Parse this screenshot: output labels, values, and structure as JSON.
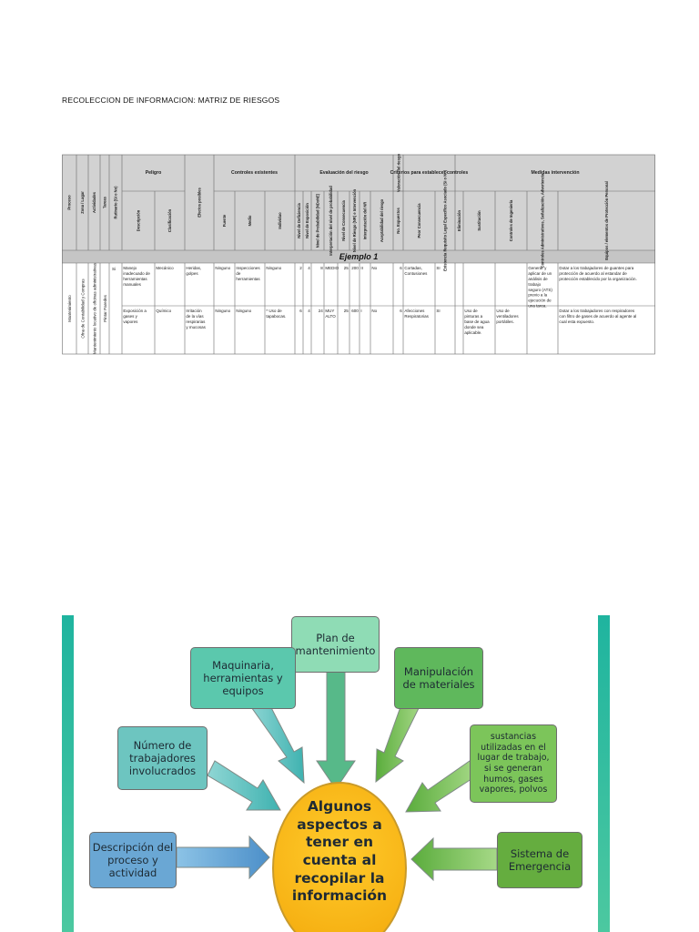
{
  "heading": "RECOLECCION DE INFORMACION: MATRIZ DE RIESGOS",
  "matrix": {
    "group_headers": {
      "peligro": "Peligro",
      "controles": "Controles existentes",
      "evaluacion": "Evaluación del riesgo",
      "valoracion": "Valoración del riesgo",
      "criterios": "Criterios para establecer controles",
      "medidas": "Medidas intervención"
    },
    "columns": {
      "proceso": "Proceso",
      "zona": "Zona / Lugar",
      "actividades": "Actividades",
      "tareas": "Tareas",
      "rutinario": "Rutinario (Si o No)",
      "descripcion": "Descripción",
      "clasificacion": "Clasificación",
      "efectos": "Efectos posibles",
      "fuente": "Fuente",
      "medio": "Medio",
      "individuo": "Individuo",
      "nd": "Nivel de Deficiencia",
      "ne": "Nivel de Exposición",
      "np": "Nivel de Probabilidad (NDxNE)",
      "interp_np": "Interpretación del nivel de probabilidad",
      "nc": "Nivel de Consecuencia",
      "nr": "Nivel de Riesgo (NR) e Intervención",
      "interp_nr": "Interpretación del NR",
      "aceptabilidad": "Aceptabilidad del riesgo",
      "expuestos": "No. Expuestos",
      "peor": "Peor Consecuencia",
      "requisito": "Existencia Requisito Legal Específico Asociado (Si o No)",
      "eliminacion": "Eliminación",
      "sustitucion": "Sustitución",
      "ingenieria": "Controles de Ingeniería",
      "administrativos": "Controles Administrativos, Señalización, Advertencia",
      "equipos": "Equipos / elementos de Protección Personal"
    },
    "example_title": "Ejemplo 1",
    "merged": {
      "proceso": "Mantenimiento",
      "zona": "Ofna de Contabilidad y Compras",
      "actividades": "Mantenimiento locativo de oficinas administrativas",
      "tareas": "Pintar Paredes",
      "rutinario": "Si"
    },
    "rows": [
      {
        "descripcion": "Manejo inadecuado de herramientas manuales",
        "clasificacion": "Mecánico",
        "efectos": "Heridas, golpes",
        "fuente": "Ninguno",
        "medio": "Inspecciones de herramientas",
        "individuo": "Ninguno",
        "nd": "2",
        "ne": "4",
        "np": "8",
        "interp_np": "MEDIO",
        "nc": "25",
        "nr": "200",
        "interp_nr": "II",
        "aceptabilidad": "No",
        "expuestos": "6",
        "peor": "Cortadas, Contusiones",
        "requisito": "SI",
        "sustitucion": "",
        "ingenieria": "",
        "administrativos": "Generar y aplicar de un análisis de trabajo seguro (ATS) previo a la ejecución de una tarea.",
        "equipos": "Dotar a los trabajadores de guantes para protección de acuerdo al estandar de protección establecido por la organización."
      },
      {
        "descripcion": "Exposición a gases y vapores",
        "clasificacion": "Químico",
        "efectos": "Irritación de la vías respirarias y mucosas",
        "fuente": "Ninguno",
        "medio": "Ninguno",
        "individuo": "* Uso de tapabocas.",
        "nd": "6",
        "ne": "4",
        "np": "24",
        "interp_np": "MUY ALTO",
        "nc": "25",
        "nr": "600",
        "interp_nr": "I",
        "aceptabilidad": "No",
        "expuestos": "6",
        "peor": "Afecciones Respiratorias",
        "requisito": "SI",
        "sustitucion": "Uso de pinturas a base de agua donde sea aplicable.",
        "ingenieria": "Uso de ventiladores portátiles.",
        "administrativos": "",
        "equipos": "Dotar a los trabajadores con respiradores con filtro de gases de acuerdo al agente al cual esta expuesto."
      }
    ]
  },
  "diagram": {
    "center": "Algunos\naspectos a\ntener en\ncuenta al\nrecopilar la\ninformación",
    "nodes": {
      "plan": "Plan de\nmantenimiento",
      "maquinaria": "Maquinaria,\nherramientas y\nequipos",
      "manipulacion": "Manipulación\nde materiales",
      "numero": "Número de\ntrabajadores\ninvolucrados",
      "sustancias": "sustancias\nutilizadas en el\nlugar de trabajo,\nsi se generan\nhumos, gases\nvapores, polvos",
      "descripcion": "Descripción del\nproceso y\nactividad",
      "sistema": "Sistema de\nEmergencia"
    },
    "colors": {
      "teal_band": "#1fb49f",
      "center_fill": "#f7b819",
      "plan": "#8fdcb5",
      "maquinaria": "#5bc8ad",
      "manipulacion": "#5fb85c",
      "numero": "#6dc5c0",
      "sustancias": "#7cc55a",
      "descripcion": "#6aa7d4",
      "sistema": "#65ad3f"
    }
  }
}
